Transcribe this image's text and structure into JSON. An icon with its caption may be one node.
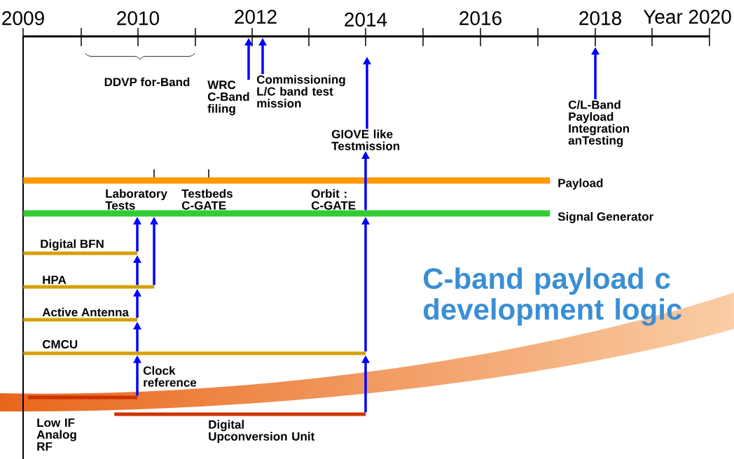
{
  "diagram": {
    "title": "C-band payload c development logic",
    "nodes": [
      {
        "text": [
          "Payload"
        ]
      },
      {
        "text": [
          "Signal Generator"
        ]
      },
      {
        "text": [
          "Digital BFN"
        ]
      },
      {
        "text": [
          "HPA"
        ]
      },
      {
        "text": [
          "Active Antenna"
        ]
      },
      {
        "text": [
          "CMCU"
        ]
      },
      {
        "text": [
          "Low IF Analog RF"
        ]
      },
      {
        "text": [
          "Digital Upconversion Unit"
        ]
      },
      {
        "text": [
          "WRC C-Band filing"
        ]
      },
      {
        "text": [
          "Commissioning L/C band test mission"
        ]
      },
      {
        "text": [
          "GIOVE like Testmission"
        ]
      },
      {
        "text": [
          "C/L-Band Payload Integration anTesting"
        ]
      }
    ],
    "edges": [
      {
        "from": 8,
        "to": null,
        "arrow": "to"
      },
      {
        "from": 9,
        "to": null,
        "arrow": "to"
      },
      {
        "from": 10,
        "to": null,
        "arrow": "to"
      },
      {
        "from": 11,
        "to": null,
        "arrow": "to"
      },
      {
        "from": 1,
        "to": 10,
        "arrow": "to"
      },
      {
        "from": 5,
        "to": 1,
        "arrow": "to"
      },
      {
        "from": 7,
        "to": 5,
        "arrow": "to"
      },
      {
        "from": 6,
        "to": 5,
        "arrow": "to",
        "label": "Clock reference"
      },
      {
        "from": 5,
        "to": 4,
        "arrow": "to"
      },
      {
        "from": 4,
        "to": 3,
        "arrow": "to"
      },
      {
        "from": 3,
        "to": 2,
        "arrow": "to"
      },
      {
        "from": 2,
        "to": 1,
        "arrow": "to"
      },
      {
        "from": 3,
        "to": 1,
        "arrow": "to"
      }
    ],
    "labels": [
      "2009",
      "2010",
      "2012",
      "2014",
      "2016",
      "2018",
      "Year 2020",
      "DDVP for-Band",
      "Laboratory Tests",
      "Testbeds C-GATE",
      "Orbit : C-GATE"
    ]
  }
}
